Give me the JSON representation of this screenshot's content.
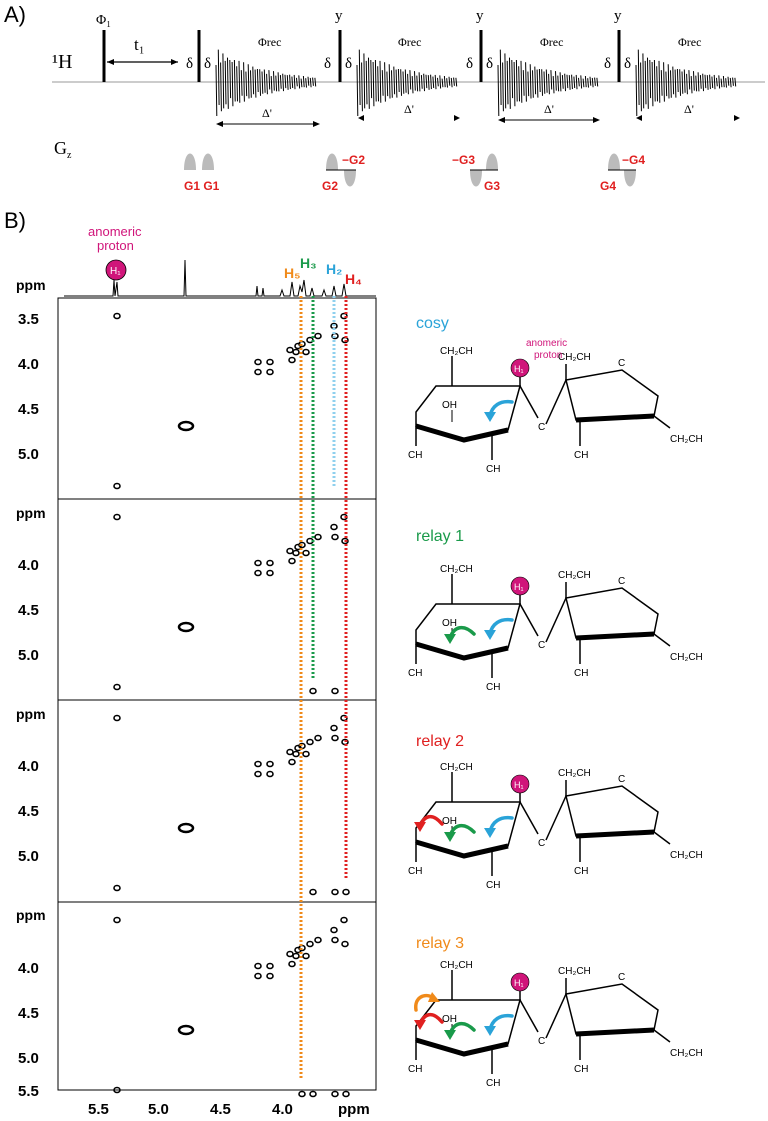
{
  "panel_a": {
    "label": "A)",
    "nucleus": "¹H",
    "gradient_axis": "Gz",
    "phase_labels": [
      "Φ₁",
      "y",
      "y",
      "y"
    ],
    "t1": "t₁",
    "delta": "δ",
    "phi_rec": "Φrec",
    "delta_prime": "Δ'",
    "gradients": [
      "G1 G1",
      "−G2",
      "G2",
      "−G3",
      "G3",
      "−G4",
      "G4"
    ]
  },
  "panel_b": {
    "label": "B)",
    "anomeric_label_line1": "anomeric",
    "anomeric_label_line2": "proton",
    "h1_badge": "H₁",
    "proton_labels": {
      "h5": "H₅",
      "h3": "H₃",
      "h2": "H₂",
      "h4": "H₄"
    },
    "ppm_label": "ppm",
    "y_ticks": [
      "3.5",
      "4.0",
      "4.5",
      "5.0"
    ],
    "y_ticks_last": [
      "4.0",
      "4.5",
      "5.0",
      "5.5"
    ],
    "x_ticks": [
      "5.5",
      "5.0",
      "4.5",
      "4.0",
      "ppm"
    ],
    "spectra_titles": [
      "cosy",
      "relay 1",
      "relay 2",
      "relay 3"
    ],
    "colors": {
      "cosy": "#2aa3d8",
      "relay1": "#1a9a4a",
      "relay2": "#e02020",
      "relay3": "#f08a1a",
      "h1": "#d0157a"
    }
  },
  "molecule": {
    "ch2ch": "CH₂CH",
    "ch": "CH",
    "c": "C",
    "h1": "H₁",
    "anomeric": "anomeric",
    "proton": "proton"
  }
}
